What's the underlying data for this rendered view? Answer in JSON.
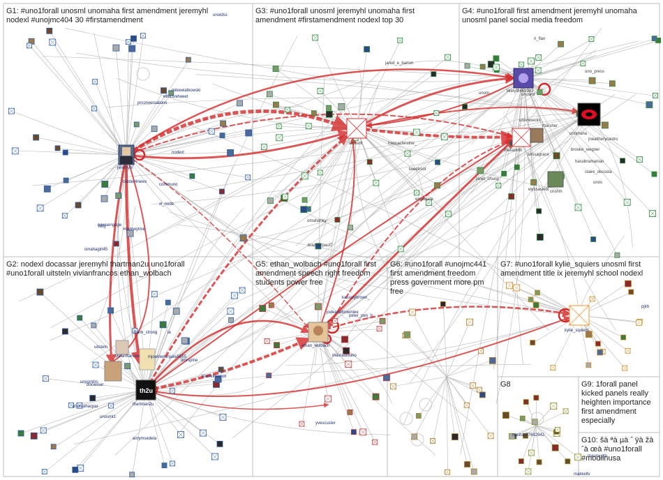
{
  "graph": {
    "groups": [
      {
        "id": "G1",
        "title_lines": [
          "G1: #uno1forall unosml unomaha first amendment jeremyhl",
          "nodexl #unojmc404 30 #firstamendment"
        ]
      },
      {
        "id": "G2",
        "title_lines": [
          "G2: nodexl docassar jeremyhl thartman2u uno1forall",
          "#uno1forall uitsteln vivianfrancos ethan_wolbach"
        ]
      },
      {
        "id": "G3",
        "title_lines": [
          "G3: #uno1forall unosml jeremyhl unomaha first",
          "amendment #firstamendment nodexl top 30"
        ]
      },
      {
        "id": "G4",
        "title_lines": [
          "G4: #uno1forall first amendment jeremyhl unomaha",
          "unosml panel social media freedom"
        ]
      },
      {
        "id": "G5",
        "title_lines": [
          "G5: ethan_wolbach #uno1forall first",
          "amendment speech right freedom",
          "students power free"
        ]
      },
      {
        "id": "G6",
        "title_lines": [
          "G6: #uno1forall #unojmc441",
          "first amendment freedom",
          "press government more pm",
          "free"
        ]
      },
      {
        "id": "G7",
        "title_lines": [
          "G7: #uno1forall kylie_squiers unosml first",
          "amendment title ix jeremyhl school nodexl"
        ]
      },
      {
        "id": "G8",
        "title_lines": [
          "G8"
        ]
      },
      {
        "id": "G9",
        "title_lines": [
          "G9: 1forall panel",
          "kicked panels really",
          "heighten importance",
          "first amendment",
          "especially"
        ]
      },
      {
        "id": "G10",
        "title_lines": [
          "G10: šà ªà µà ˆ ÿà žà",
          "ˆà œà #uno1forall",
          "#modiinusa"
        ]
      }
    ],
    "labels": {
      "g1": [
        "jeremyhl",
        "todder4news",
        "nodexl",
        "communo",
        "xl_node",
        "prconversations",
        "ethicsretweet",
        "mikewiatkowski",
        "newsengage",
        "#dsmwytme",
        "omahagirl45",
        "kety",
        "unoidss"
      ],
      "g2": [
        "uitsteln",
        "vivianfrancos",
        "docassar",
        "unosmlirs",
        "unomahacpar",
        "unosml1",
        "amymsedeta",
        "thartman2u",
        "mjoehlerichjake5555",
        "frank_strong",
        "tlmrsplne",
        "klamkirsamm",
        "la"
      ],
      "g3": [
        "unosml",
        "hannachristne_",
        "jared_e_barton",
        "tweetroot",
        "emwware",
        "omahahky",
        "branderpaul7"
      ],
      "g4": [
        "unom",
        "unosml",
        "likelyf8463983",
        "ri_flan",
        "uno_press",
        "unomaha",
        "marsher",
        "unomoecks",
        "jnealtherycastro",
        "thekamrin",
        "krissagrace",
        "brooke_wegner",
        "hasubramanian",
        "claire_decosta",
        "janet_chung",
        "elyssaslebl",
        "crishm",
        "unos"
      ],
      "g5": [
        "ethan_wolbach",
        "kassidybrown_",
        "jodeanebrowniee",
        "peter_pen_ls",
        "mavradlouno",
        "yvescuster"
      ],
      "g7": [
        "kylie_squiers",
        "pjirb"
      ],
      "g8": [
        "nasiras77682942"
      ],
      "g10": [
        "maurs_glo",
        "makkeltv"
      ]
    }
  }
}
